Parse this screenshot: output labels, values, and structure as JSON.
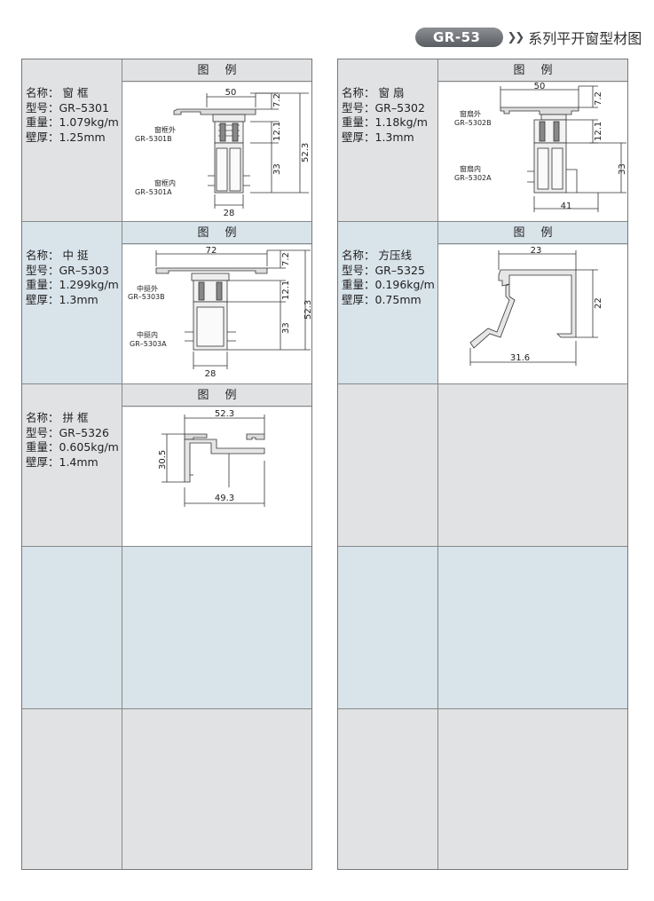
{
  "header": {
    "badge": "GR-53",
    "title": "系列平开窗型材图"
  },
  "fig_header": "图例",
  "left_column": [
    {
      "name": "名称：  窗 框",
      "model": "型号：GR–5301",
      "weight": "重量：1.079kg/m",
      "wall": "壁厚：1.25mm",
      "labels": {
        "outer": "窗框外",
        "outer_code": "GR–5301B",
        "inner": "窗框内",
        "inner_code": "GR–5301A"
      },
      "dims": {
        "width_top": "50",
        "h1": "7.2",
        "h2": "12.1",
        "h3": "33",
        "total": "52.3",
        "width_bottom": "28"
      }
    },
    {
      "name": "名称：  中 挺",
      "model": "型号：GR–5303",
      "weight": "重量：1.299kg/m",
      "wall": "壁厚：1.3mm",
      "labels": {
        "outer": "中挺外",
        "outer_code": "GR–5303B",
        "inner": "中挺内",
        "inner_code": "GR–5303A"
      },
      "dims": {
        "width_top": "72",
        "h1": "7.2",
        "h2": "12.1",
        "h3": "33",
        "total": "52.3",
        "width_bottom": "28"
      }
    },
    {
      "name": "名称：  拼 框",
      "model": "型号：GR–5326",
      "weight": "重量：0.605kg/m",
      "wall": "壁厚：1.4mm",
      "dims": {
        "width_top": "52.3",
        "height": "30.5",
        "width_bottom": "49.3"
      }
    }
  ],
  "right_column": [
    {
      "name": "名称：  窗 扇",
      "model": "型号：GR–5302",
      "weight": "重量：1.18kg/m",
      "wall": "壁厚：1.3mm",
      "labels": {
        "outer": "窗扇外",
        "outer_code": "GR–5302B",
        "inner": "窗扇内",
        "inner_code": "GR–5302A"
      },
      "dims": {
        "width_top": "50",
        "h1": "7.2",
        "h2": "12.1",
        "h3": "33",
        "width_bottom": "41"
      }
    },
    {
      "name": "名称：  方压线",
      "model": "型号：GR–5325",
      "weight": "重量：0.196kg/m",
      "wall": "壁厚：0.75mm",
      "dims": {
        "width_top": "23",
        "height": "22",
        "width_bottom": "31.6"
      }
    }
  ]
}
